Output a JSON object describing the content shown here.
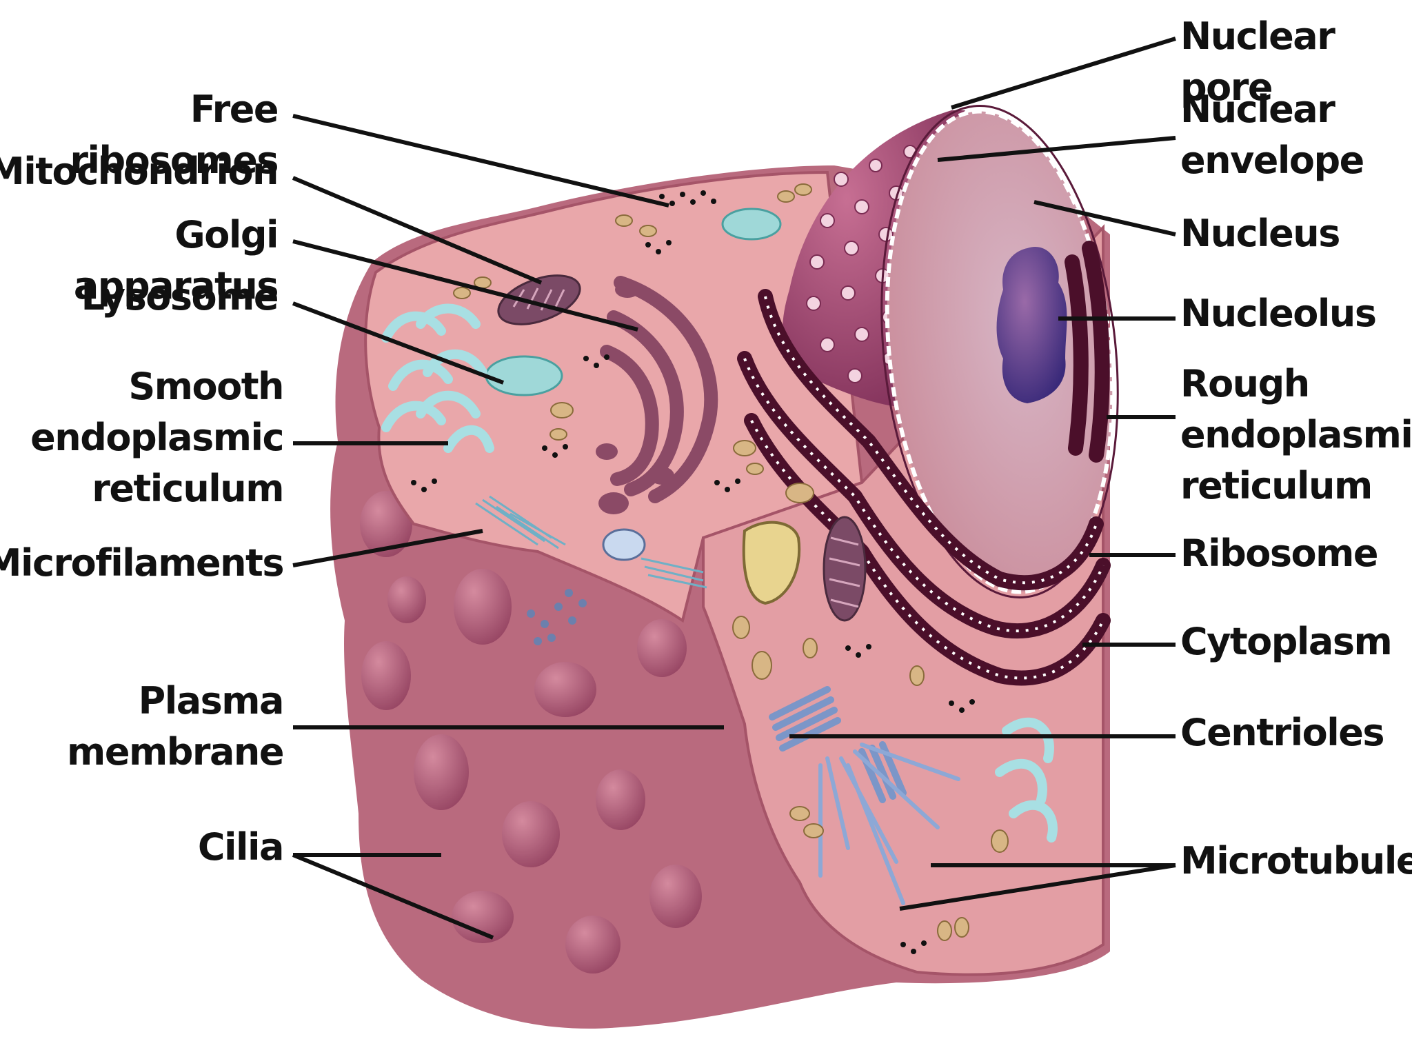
{
  "labels_left": {
    "free_ribosomes": "Free ribosomes",
    "mitochondrion": "Mitochondrion",
    "golgi_apparatus": "Golgi apparatus",
    "lysosome": "Lysosome",
    "smooth_er": "Smooth\nendoplasmic\nreticulum",
    "microfilaments": "Microfilaments",
    "plasma_membrane": "Plasma\nmembrane",
    "cilia": "Cilia"
  },
  "labels_right": {
    "nuclear_pore": "Nuclear pore",
    "nuclear_envelope": "Nuclear\nenvelope",
    "nucleus": "Nucleus",
    "nucleolus": "Nucleolus",
    "rough_er": "Rough\nendoplasmic\nreticulum",
    "ribosome": "Ribosome",
    "cytoplasm": "Cytoplasm",
    "centrioles": "Centrioles",
    "microtubules": "Microtubules"
  },
  "colors": {
    "cell_outer": "#b86a7d",
    "cell_cut": "#e7a5a7",
    "nucleus_face": "#d1939e",
    "nucleus_dome": "#a04a74",
    "rough_er": "#4b0f2a",
    "golgi": "#9a5672",
    "lysosome": "#9fd8d8",
    "leader_line": "#111111"
  }
}
